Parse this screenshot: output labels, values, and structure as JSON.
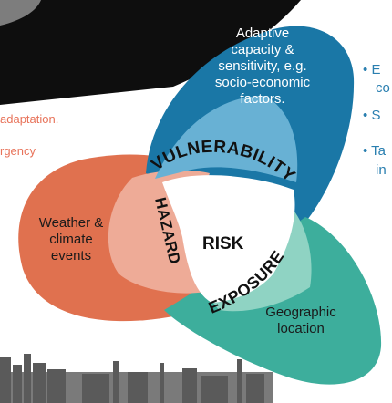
{
  "left_text": {
    "line1": "adaptation.",
    "line2": "rgency"
  },
  "bullets": [
    {
      "marker": "•",
      "text": "E",
      "cont": "co"
    },
    {
      "marker": "•",
      "text": "S"
    },
    {
      "marker": "•",
      "text": "Ta",
      "cont": "in"
    }
  ],
  "diagram": {
    "center": "RISK",
    "vulnerability": {
      "title": "VULNERABILITY",
      "desc": [
        "Adaptive",
        "capacity &",
        "sensitivity, e.g.",
        "socio-economic",
        "factors."
      ]
    },
    "hazard": {
      "title": "HAZARD",
      "desc": [
        "Weather &",
        "climate",
        "events"
      ]
    },
    "exposure": {
      "title": "EXPOSURE",
      "desc": [
        "Geographic",
        "location"
      ]
    }
  },
  "colors": {
    "hazard_outer": "#e0714f",
    "hazard_inner": "#eeab97",
    "vulnerability_outer": "#1a77a6",
    "vulnerability_inner": "#68b1d4",
    "exposure_outer": "#3dae9c",
    "exposure_inner": "#8fd3c3",
    "dark_band": "#0e0e0e"
  }
}
